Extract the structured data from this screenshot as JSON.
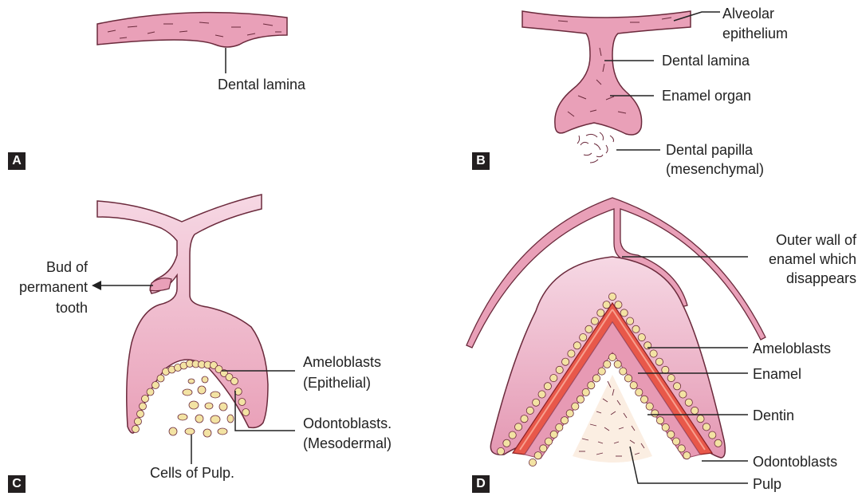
{
  "colors": {
    "tissue": "#e9a0b8",
    "tissue_light": "#f2c8d8",
    "outline": "#6b2a3c",
    "enamel": "#e8584a",
    "cell": "#f3e3a3",
    "papilla": "#f7e7d6",
    "line": "#222222"
  },
  "panels": {
    "a": "A",
    "b": "B",
    "c": "C",
    "d": "D"
  },
  "labels": {
    "a": {
      "dental_lamina": "Dental lamina"
    },
    "b": {
      "alveolar_1": "Alveolar",
      "alveolar_2": "epithelium",
      "dental_lamina": "Dental lamina",
      "enamel_organ": "Enamel organ",
      "papilla_1": "Dental papilla",
      "papilla_2": "(mesenchymal)"
    },
    "c": {
      "bud_1": "Bud of",
      "bud_2": "permanent",
      "bud_3": "tooth",
      "amelo_1": "Ameloblasts",
      "amelo_2": "(Epithelial)",
      "odonto_1": "Odontoblasts.",
      "odonto_2": "(Mesodermal)",
      "pulp": "Cells of Pulp."
    },
    "d": {
      "outer_1": "Outer wall of",
      "outer_2": "enamel which",
      "outer_3": "disappears",
      "ameloblasts": "Ameloblasts",
      "enamel": "Enamel",
      "dentin": "Dentin",
      "odontoblasts": "Odontoblasts",
      "pulp": "Pulp"
    }
  }
}
